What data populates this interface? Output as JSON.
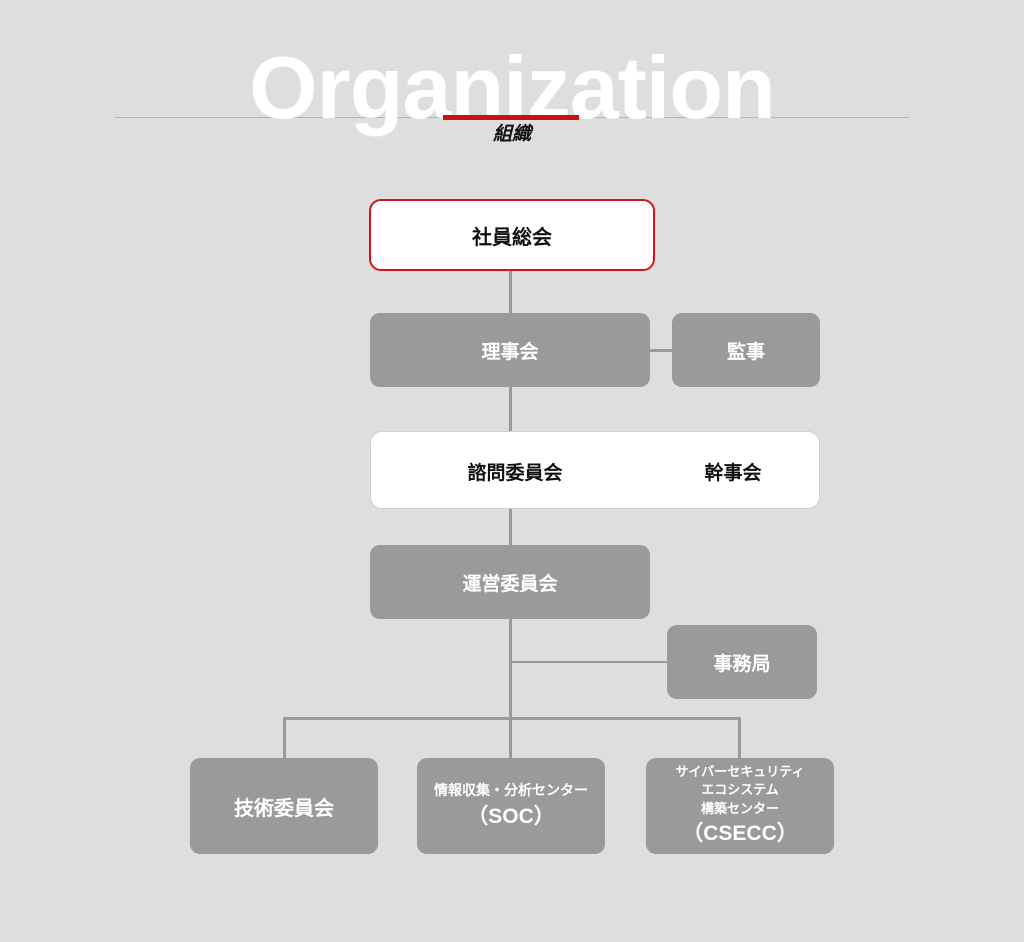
{
  "header": {
    "title_en": "Organization",
    "title_ja": "組織",
    "accent_color": "#cc1111"
  },
  "theme": {
    "background": "#dededf",
    "box_gray": "#9a9a9a",
    "box_dark": "#4a4a4a",
    "box_white": "#ffffff",
    "border_red": "#d4141b",
    "connector": "#9a9a9a",
    "text_on_gray": "#ffffff",
    "text_on_white": "#111111"
  },
  "chart_data": {
    "type": "diagram",
    "title": "Organization 組織",
    "nodes": [
      {
        "id": "general-assembly",
        "label": "社員総会",
        "style": "white-red",
        "level": 1
      },
      {
        "id": "board",
        "label": "理事会",
        "style": "gray",
        "level": 2
      },
      {
        "id": "auditor",
        "label": "監事",
        "style": "gray",
        "level": 2
      },
      {
        "id": "advisory",
        "label": "諮問委員会",
        "style": "white-plain",
        "level": 3
      },
      {
        "id": "steering",
        "label": "幹事会",
        "style": "dark",
        "level": 3
      },
      {
        "id": "operations",
        "label": "運営委員会",
        "style": "gray",
        "level": 4
      },
      {
        "id": "secretariat",
        "label": "事務局",
        "style": "gray",
        "level": 5
      },
      {
        "id": "technical",
        "label": "技術委員会",
        "style": "gray",
        "level": 6
      },
      {
        "id": "soc",
        "label_line1": "情報収集・分析センター",
        "label_line2": "（SOC）",
        "style": "gray",
        "level": 6
      },
      {
        "id": "csecc",
        "label_line1": "サイバーセキュリティ",
        "label_line2": "エコシステム",
        "label_line3": "構築センター",
        "label_line4": "（CSECC）",
        "style": "gray",
        "level": 6
      }
    ],
    "edges": [
      {
        "from": "general-assembly",
        "to": "board"
      },
      {
        "from": "board",
        "to": "auditor"
      },
      {
        "from": "board",
        "to": "advisory"
      },
      {
        "from": "advisory",
        "to": "operations"
      },
      {
        "from": "operations",
        "to": "secretariat"
      },
      {
        "from": "operations",
        "to": "technical"
      },
      {
        "from": "operations",
        "to": "soc"
      },
      {
        "from": "operations",
        "to": "csecc"
      }
    ]
  }
}
